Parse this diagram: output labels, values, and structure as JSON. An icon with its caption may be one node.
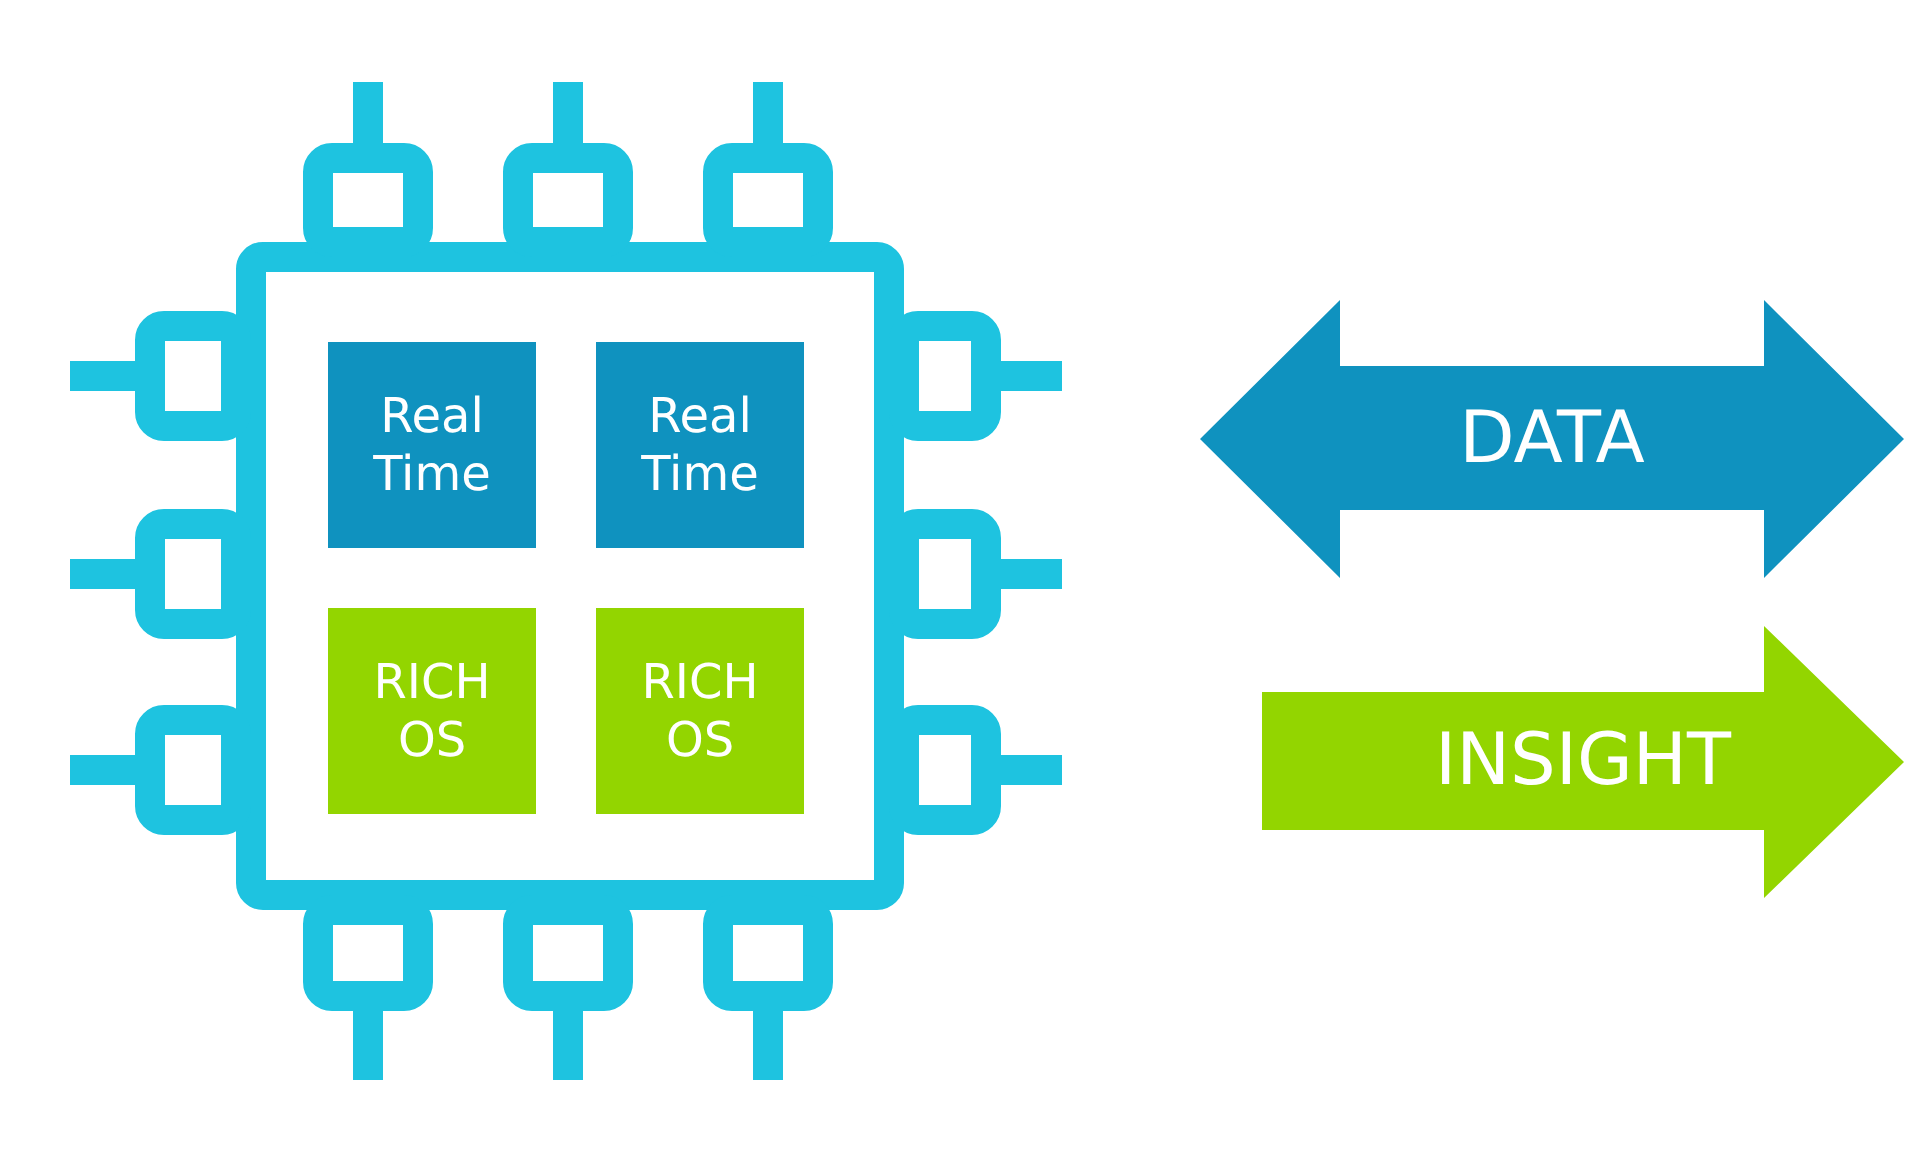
{
  "diagram": {
    "nodes": [
      {
        "text": [],
        "shape": "box"
      },
      {
        "text": [
          "Real Time"
        ],
        "in": 0
      },
      {
        "text": [
          "Real Time"
        ],
        "in": 0
      },
      {
        "text": [
          "RICH OS"
        ],
        "in": 0
      },
      {
        "text": [
          "RICH OS"
        ],
        "in": 0
      },
      {
        "text": [
          "DATA"
        ]
      },
      {
        "text": [
          "INSIGHT"
        ]
      }
    ]
  }
}
